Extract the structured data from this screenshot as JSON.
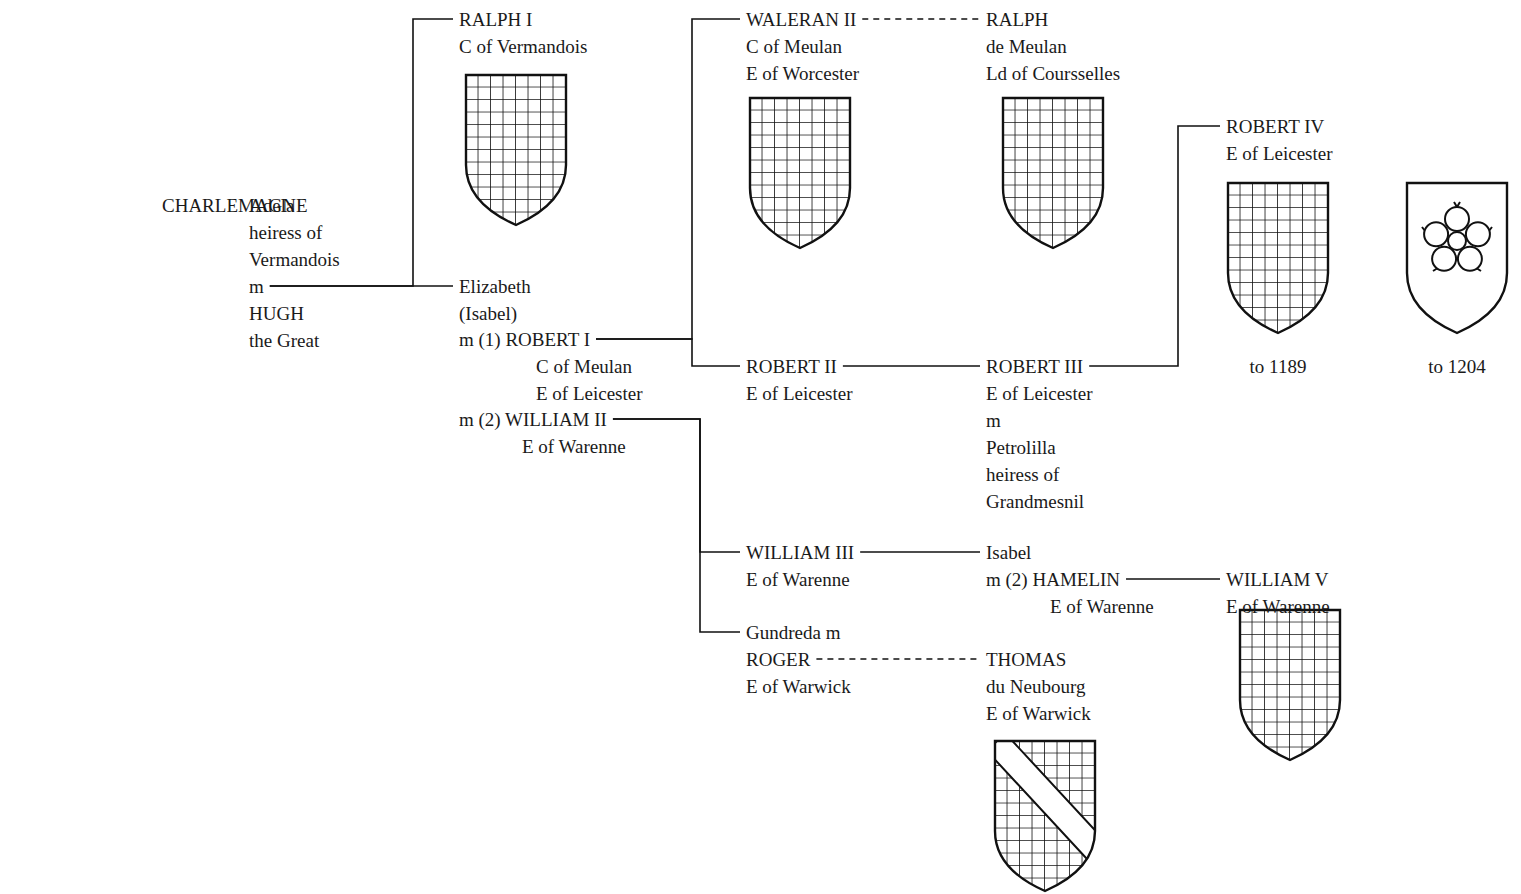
{
  "diagram": {
    "nodes": [
      {
        "text": [
          "CHARLEMAGNE"
        ]
      },
      {
        "text": [
          "Adela heiress of Vermandois m HUGH the Great"
        ]
      },
      {
        "text": [
          "RALPH I C of Vermandois"
        ]
      },
      {
        "text": [
          "Elizabeth (Isabel)"
        ]
      },
      {
        "text": [
          "m (1) ROBERT I C of Meulan E of Leicester"
        ]
      },
      {
        "text": [
          "m (2) WILLIAM II E of Warenne"
        ]
      },
      {
        "text": [
          "WALERAN II C of Meulan E of Worcester"
        ]
      },
      {
        "text": [
          "RALPH de Meulan Ld of Coursselles"
        ]
      },
      {
        "text": [
          "ROBERT II E of Leicester"
        ]
      },
      {
        "text": [
          "ROBERT III E of Leicester m Petrolilla heiress of Grandmesnil"
        ]
      },
      {
        "text": [
          "ROBERT IV E of Leicester"
        ]
      },
      {
        "text": [
          "WILLIAM III E of Warenne"
        ]
      },
      {
        "text": [
          "Gundreda m ROGER E of Warwick"
        ]
      },
      {
        "text": [
          "Isabel m (2) HAMELIN E of Warenne"
        ]
      },
      {
        "text": [
          "WILLIAM V E of Warenne"
        ]
      },
      {
        "text": [
          "THOMAS du Neubourg E of Warwick"
        ]
      }
    ],
    "edges": [
      {
        "from": 1,
        "to": 2,
        "arrow": "none"
      },
      {
        "from": 1,
        "to": 3,
        "arrow": "none"
      },
      {
        "from": 4,
        "to": 6,
        "arrow": "none"
      },
      {
        "from": 4,
        "to": 8,
        "arrow": "none"
      },
      {
        "from": 6,
        "to": 7,
        "arrow": "none"
      },
      {
        "from": 5,
        "to": 11,
        "arrow": "none"
      },
      {
        "from": 5,
        "to": 12,
        "arrow": "none"
      },
      {
        "from": 8,
        "to": 9,
        "arrow": "none"
      },
      {
        "from": 9,
        "to": 10,
        "arrow": "none"
      },
      {
        "from": 11,
        "to": 13,
        "arrow": "none"
      },
      {
        "from": 12,
        "to": 15,
        "arrow": "none"
      },
      {
        "from": 13,
        "to": 14,
        "arrow": "none"
      }
    ],
    "labels": [
      "to 1189",
      "to 1204"
    ]
  }
}
